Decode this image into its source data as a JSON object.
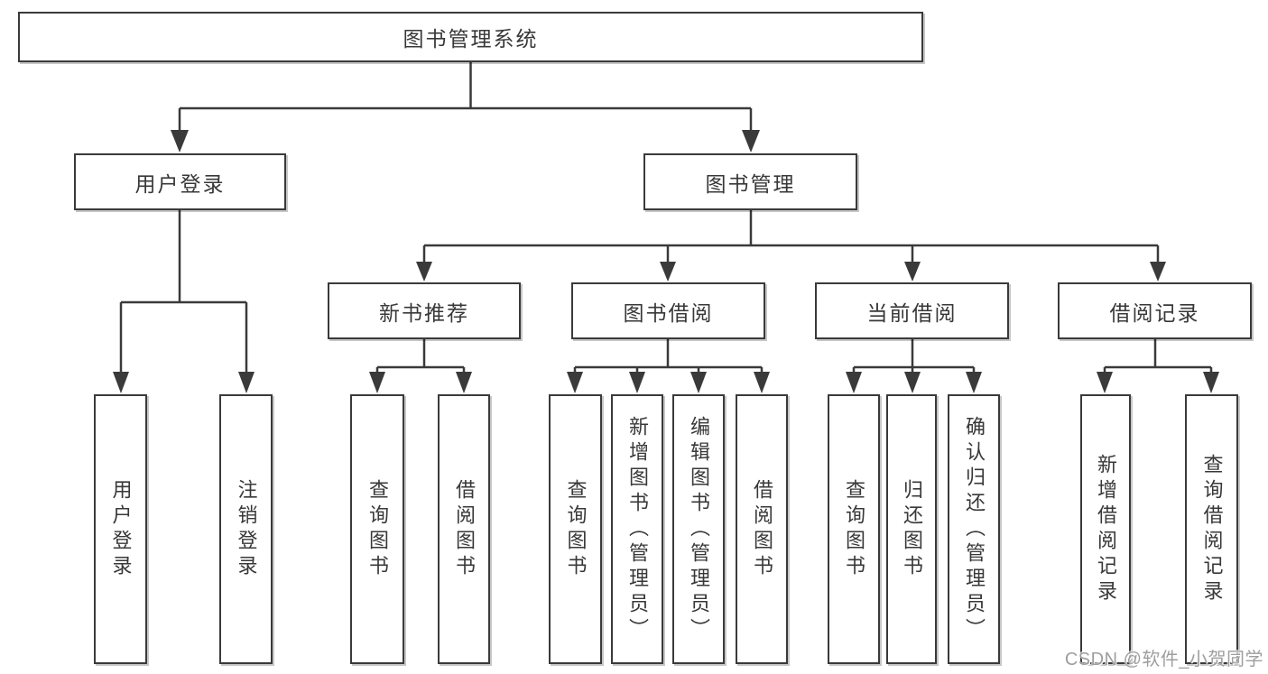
{
  "diagram": {
    "type": "hierarchy",
    "root": {
      "label": "图书管理系统"
    },
    "level2": [
      {
        "label": "用户登录",
        "parent": "图书管理系统"
      },
      {
        "label": "图书管理",
        "parent": "图书管理系统"
      }
    ],
    "level3": [
      {
        "label": "新书推荐",
        "parent": "图书管理"
      },
      {
        "label": "图书借阅",
        "parent": "图书管理"
      },
      {
        "label": "当前借阅",
        "parent": "图书管理"
      },
      {
        "label": "借阅记录",
        "parent": "图书管理"
      }
    ],
    "leaves": [
      {
        "label": "用户登录",
        "parent": "用户登录"
      },
      {
        "label": "注销登录",
        "parent": "用户登录"
      },
      {
        "label": "查询图书",
        "parent": "新书推荐"
      },
      {
        "label": "借阅图书",
        "parent": "新书推荐"
      },
      {
        "label": "查询图书",
        "parent": "图书借阅"
      },
      {
        "label": "新增图书（管理员）",
        "parent": "图书借阅"
      },
      {
        "label": "编辑图书（管理员）",
        "parent": "图书借阅"
      },
      {
        "label": "借阅图书",
        "parent": "图书借阅"
      },
      {
        "label": "查询图书",
        "parent": "当前借阅"
      },
      {
        "label": "归还图书",
        "parent": "当前借阅"
      },
      {
        "label": "确认归还（管理员）",
        "parent": "当前借阅"
      },
      {
        "label": "新增借阅记录",
        "parent": "借阅记录"
      },
      {
        "label": "查询借阅记录",
        "parent": "借阅记录"
      }
    ],
    "watermark": {
      "text": "CSDN @软件_小贺同学"
    },
    "colors": {
      "line": "#3a3a3a",
      "text": "#383838",
      "background": "#ffffff",
      "watermark": "#9e9e9e"
    }
  }
}
